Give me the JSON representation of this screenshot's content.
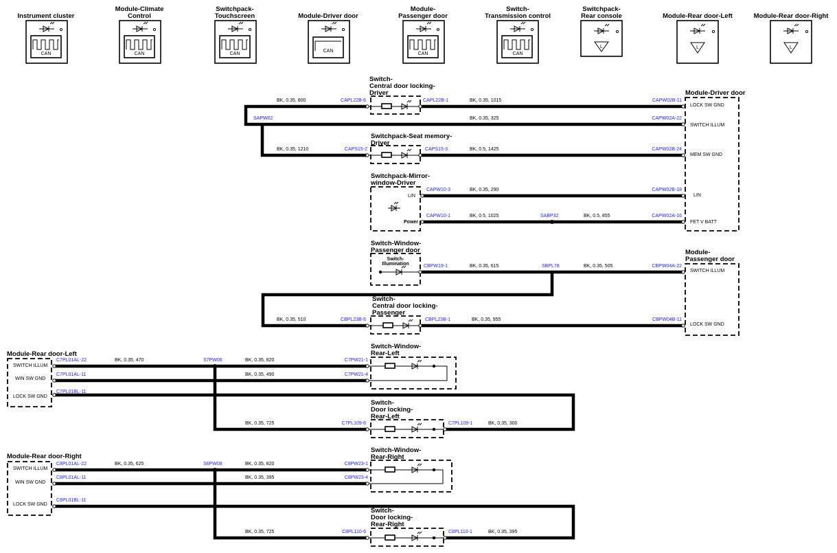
{
  "top_modules": [
    {
      "title": [
        "Instrument cluster"
      ],
      "port": "CAN"
    },
    {
      "title": [
        "Module-Climate",
        "Control"
      ],
      "port": "CAN"
    },
    {
      "title": [
        "Switchpack-",
        "Touchscreen"
      ],
      "port": "CAN"
    },
    {
      "title": [
        "Module-Driver door"
      ],
      "port": "CAN"
    },
    {
      "title": [
        "Module-",
        "Passenger door"
      ],
      "port": "CAN"
    },
    {
      "title": [
        "Switch-",
        "Transmission control"
      ],
      "port": "CAN"
    },
    {
      "title": [
        "Switchpack-",
        "Rear console"
      ],
      "port": "L"
    },
    {
      "title": [
        "Module-Rear door-Left"
      ],
      "port": "L"
    },
    {
      "title": [
        "Module-Rear door-Right"
      ],
      "port": "L"
    }
  ],
  "component_titles": {
    "cdl_driver": [
      "Switch-",
      "Central door locking-",
      "Driver"
    ],
    "seat_memory": [
      "Switchpack-Seat memory-",
      "Driver"
    ],
    "mirror_window": [
      "Switchpack-Mirror-",
      "window-Driver"
    ],
    "window_passenger": [
      "Switch-Window-",
      "Passenger door"
    ],
    "cdl_passenger": [
      "Switch-",
      "Central door locking-",
      "Passenger"
    ],
    "window_rear_left": [
      "Switch-Window-",
      "Rear-Left"
    ],
    "door_lock_rear_left": [
      "Switch-",
      "Door locking-",
      "Rear-Left"
    ],
    "window_rear_right": [
      "Switch-Window-",
      "Rear-Right"
    ],
    "door_lock_rear_right": [
      "Switch-",
      "Door locking-",
      "Rear-Right"
    ]
  },
  "module_boxes": {
    "driver_door": {
      "title": "Module-Driver door",
      "pins": [
        "LOCK SW GND",
        "SWITCH ILLUM",
        "MEM SW GND",
        "LIN",
        "FET V BATT"
      ]
    },
    "passenger_door": {
      "title": [
        "Module-",
        "Passenger door"
      ],
      "pins": [
        "SWITCH ILLUM",
        "LOCK SW GND"
      ]
    },
    "rear_left": {
      "title": "Module-Rear door-Left",
      "pins": [
        "SWITCH ILLUM",
        "WIN SW GND",
        "LOCK SW GND"
      ]
    },
    "rear_right": {
      "title": "Module-Rear door-Right",
      "pins": [
        "SWITCH ILLUM",
        "WIN SW GND",
        "LOCK SW GND"
      ]
    }
  },
  "switch_labels": {
    "lin": "LIN",
    "power": "Power",
    "switch_illumination": [
      "Switch-",
      "Illumination"
    ]
  },
  "connectors": {
    "CAPL22B_6": "CAPL22B-6",
    "CAPL22B_1": "CAPL22B-1",
    "CAPW02B_11": "CAPW02B-11",
    "SAPW02": "SAPW02",
    "CAPW02A_22": "CAPW02A-22",
    "CAPS15_2": "CAPS15-2",
    "CAPS15_3": "CAPS15-3",
    "CAPW02B_24": "CAPW02B-24",
    "CAPW10_3": "CAPW10-3",
    "CAPW02B_18": "CAPW02B-18",
    "CAPW10_1": "CAPW10-1",
    "SABP32": "SABP32",
    "CAPW02A_16": "CAPW02A-16",
    "CBPW19_1": "CBPW19-1",
    "SBPL78": "SBPL78",
    "CBPW04A_22": "CBPW04A-22",
    "CBPL23B_6": "CBPL23B-6",
    "CBPL23B_1": "CBPL23B-1",
    "CBPW04B_11": "CBPW04B-11",
    "C7PL01AL_22": "C7PL01AL-22",
    "S7PW06": "S7PW06",
    "C7PW21_1": "C7PW21-1",
    "C7PL01AL_11": "C7PL01AL-11",
    "C7PW21_4": "C7PW21-4",
    "C7PL01BL_11": "C7PL01BL-11",
    "C7PL109_6": "C7PL109-6",
    "C7PL109_1": "C7PL109-1",
    "C8PL01AL_22": "C8PL01AL-22",
    "S6PW08": "S6PW08",
    "C8PW23_1": "C8PW23-1",
    "C8PL01AL_11": "C8PL01AL-11",
    "C8PW23_4": "C8PW23-4",
    "C8PL01BL_11": "C8PL01BL-11",
    "C8PL110_6": "C8PL110-6",
    "C8PL110_1": "C8PL110-1"
  },
  "wire_specs": {
    "w800": "BK,  0.35,  800",
    "w1015": "BK,  0.35,  1015",
    "w325": "BK,  0.35,  325",
    "w1210": "BK,  0.35,  1210",
    "w1425": "BK,  0.5,  1425",
    "w290": "BK,  0.35,  290",
    "w1025": "BK,  0.5,  1025",
    "w855": "BK,  0.5,  855",
    "w615": "BK,  0.35,  615",
    "w505": "BK,  0.35,  505",
    "w510": "BK,  0.35,  510",
    "w955": "BK,  0.35,  955",
    "w470": "BK,  0.35,  470",
    "w820a": "BK,  0.35,  820",
    "w490": "BK,  0.35,  490",
    "w725a": "BK,  0.35,  725",
    "w300": "BK,  0.35,  300",
    "w625": "BK,  0.35,  625",
    "w820b": "BK,  0.35,  820",
    "w395a": "BK,  0.35,  395",
    "w725b": "BK,  0.35,  725",
    "w395b": "BK,  0.35,  395"
  }
}
